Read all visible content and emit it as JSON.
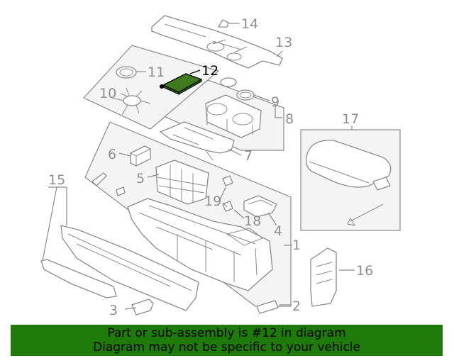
{
  "callouts": [
    {
      "id": "1",
      "label": "1"
    },
    {
      "id": "2",
      "label": "2"
    },
    {
      "id": "3",
      "label": "3"
    },
    {
      "id": "4",
      "label": "4"
    },
    {
      "id": "5",
      "label": "5"
    },
    {
      "id": "6",
      "label": "6"
    },
    {
      "id": "7",
      "label": "7"
    },
    {
      "id": "8",
      "label": "8"
    },
    {
      "id": "9",
      "label": "9"
    },
    {
      "id": "10",
      "label": "10"
    },
    {
      "id": "11",
      "label": "11"
    },
    {
      "id": "12",
      "label": "12"
    },
    {
      "id": "13",
      "label": "13"
    },
    {
      "id": "14",
      "label": "14"
    },
    {
      "id": "15",
      "label": "15"
    },
    {
      "id": "16",
      "label": "16"
    },
    {
      "id": "17",
      "label": "17"
    },
    {
      "id": "18",
      "label": "18"
    },
    {
      "id": "19",
      "label": "19"
    }
  ],
  "highlight": {
    "part": "12",
    "color": "#3f7a1f"
  },
  "banner": {
    "line1": "Part or sub-assembly is #12 in diagram",
    "line2": "Diagram may not be specific to your vehicle",
    "color": "#1e7a09"
  }
}
